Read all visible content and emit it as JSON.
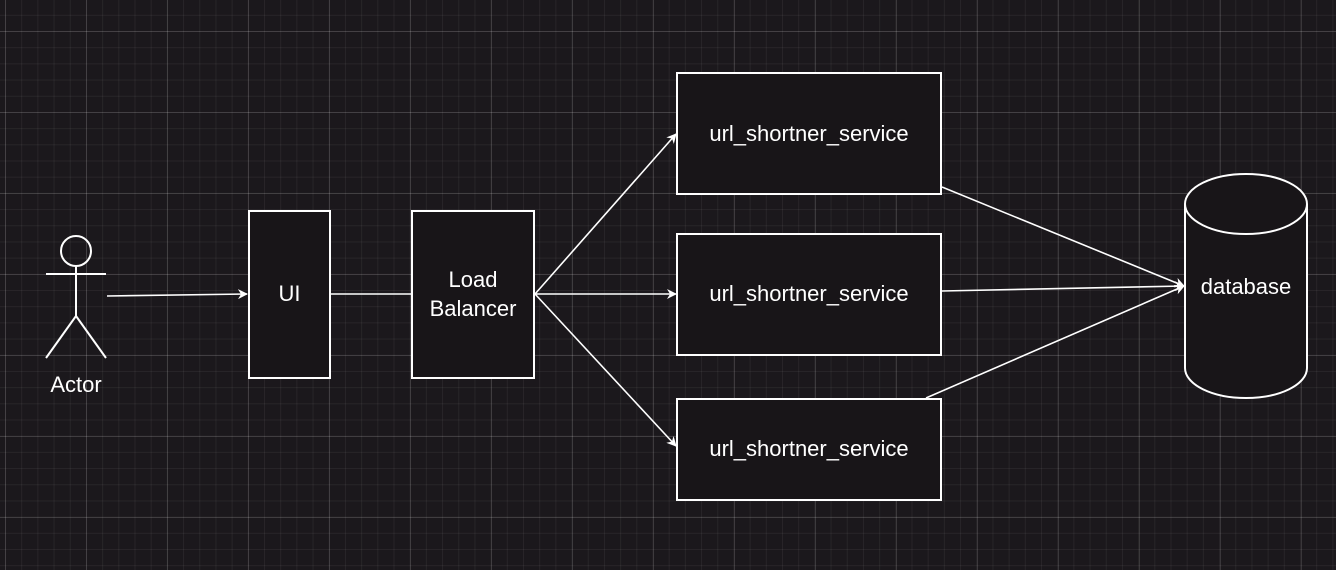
{
  "diagram": {
    "actor": {
      "label": "Actor"
    },
    "ui": {
      "label": "UI"
    },
    "load_balancer": {
      "line1": "Load",
      "line2": "Balancer"
    },
    "services": [
      {
        "label": "url_shortner_service"
      },
      {
        "label": "url_shortner_service"
      },
      {
        "label": "url_shortner_service"
      }
    ],
    "database": {
      "label": "database"
    }
  },
  "colors": {
    "background": "#1b181c",
    "stroke": "#ffffff",
    "text": "#ffffff"
  }
}
